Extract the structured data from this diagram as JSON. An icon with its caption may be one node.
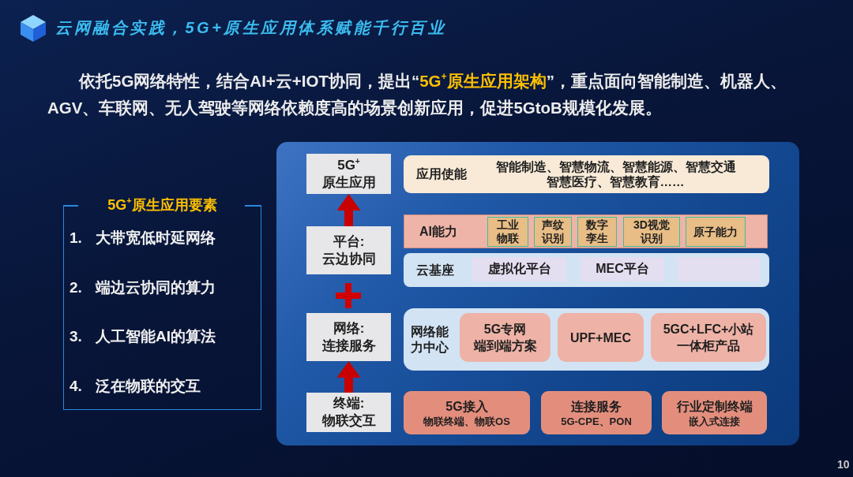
{
  "diagram": {
    "title": "云网融合实践，5G+原生应用体系赋能千行百业",
    "nodes": [
      {
        "text": [
          "5G$^{+}$原生应用要素",
          "1. 大带宽低时延网络",
          "2. 端边云协同的算力",
          "3. 人工智能AI的算法",
          "4. 泛在物联的交互"
        ]
      },
      {
        "text": [],
        "shape": "box"
      },
      {
        "text": [
          "5G$^{+}$原生应用"
        ],
        "in": 1
      },
      {
        "text": [
          "平台:云边协同"
        ],
        "in": 1
      },
      {
        "text": [
          "网络:连接服务"
        ],
        "in": 1
      },
      {
        "text": [
          "终端:物联交互"
        ],
        "in": 1
      },
      {
        "text": [
          "应用使能",
          "智能制造、智慧物流、智慧能源、智慧交通智慧医疗、智慧教育……"
        ],
        "in": 1
      },
      {
        "text": [
          "AI能力"
        ],
        "in": 1
      },
      {
        "text": [
          "工业物联"
        ],
        "in": 7
      },
      {
        "text": [
          "声纹识别"
        ],
        "in": 7
      },
      {
        "text": [
          "数字孪生"
        ],
        "in": 7
      },
      {
        "text": [
          "3D视觉识别"
        ],
        "in": 7
      },
      {
        "text": [
          "原子能力"
        ],
        "in": 7
      },
      {
        "text": [
          "云基座"
        ],
        "in": 1
      },
      {
        "text": [
          "虚拟化平台"
        ],
        "in": 13
      },
      {
        "text": [
          "MEC平台"
        ],
        "in": 13
      },
      {
        "text": [],
        "shape": "box",
        "in": 13
      },
      {
        "text": [
          "网络能力中心"
        ],
        "in": 1
      },
      {
        "text": [
          "5G专网端到端方案"
        ],
        "in": 17
      },
      {
        "text": [
          "UPF+MEC"
        ],
        "in": 17
      },
      {
        "text": [
          "5GC+LFC+小站一体柜产品"
        ],
        "in": 17
      },
      {
        "text": [
          "5G接入",
          "物联终端、物联OS"
        ],
        "in": 1
      },
      {
        "text": [
          "连接服务",
          "5G-CPE、PON"
        ],
        "in": 1
      },
      {
        "text": [
          "行业定制终端",
          "嵌入式连接"
        ],
        "in": 1
      }
    ],
    "edges": [
      {
        "from": 3,
        "to": 2,
        "arrow": "to"
      },
      {
        "from": 5,
        "to": 4,
        "arrow": "to"
      }
    ],
    "labels": [
      "依托5G网络特性，结合AI+云+IOT协同，提出“**5G$^{+}$原生应用架构**”，重点面向智能制造、机器人、AGV、车联网、无人驾驶等网络依赖度高的场景创新应用，促进5GtoB规模化发展。",
      "10"
    ]
  }
}
